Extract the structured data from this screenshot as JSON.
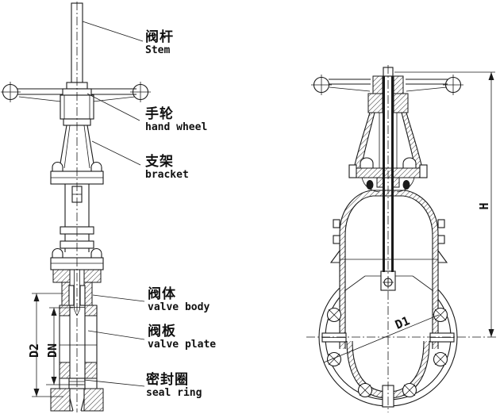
{
  "drawing": {
    "type": "valve technical drawing, two sectional views",
    "background_color": "#ffffff",
    "line_color": "#1a1a1a",
    "part_labels": [
      {
        "id": "stem",
        "zh": "阀杆",
        "en": "Stem"
      },
      {
        "id": "hand-wheel",
        "zh": "手轮",
        "en": "hand wheel"
      },
      {
        "id": "bracket",
        "zh": "支架",
        "en": "bracket"
      },
      {
        "id": "valve-body",
        "zh": "阀体",
        "en": "valve body"
      },
      {
        "id": "valve-plate",
        "zh": "阀板",
        "en": "valve plate"
      },
      {
        "id": "seal-ring",
        "zh": "密封圈",
        "en": "seal ring"
      }
    ],
    "dimensions": {
      "d2": "D2",
      "dn": "DN",
      "d1": "D1",
      "h": "H"
    }
  }
}
